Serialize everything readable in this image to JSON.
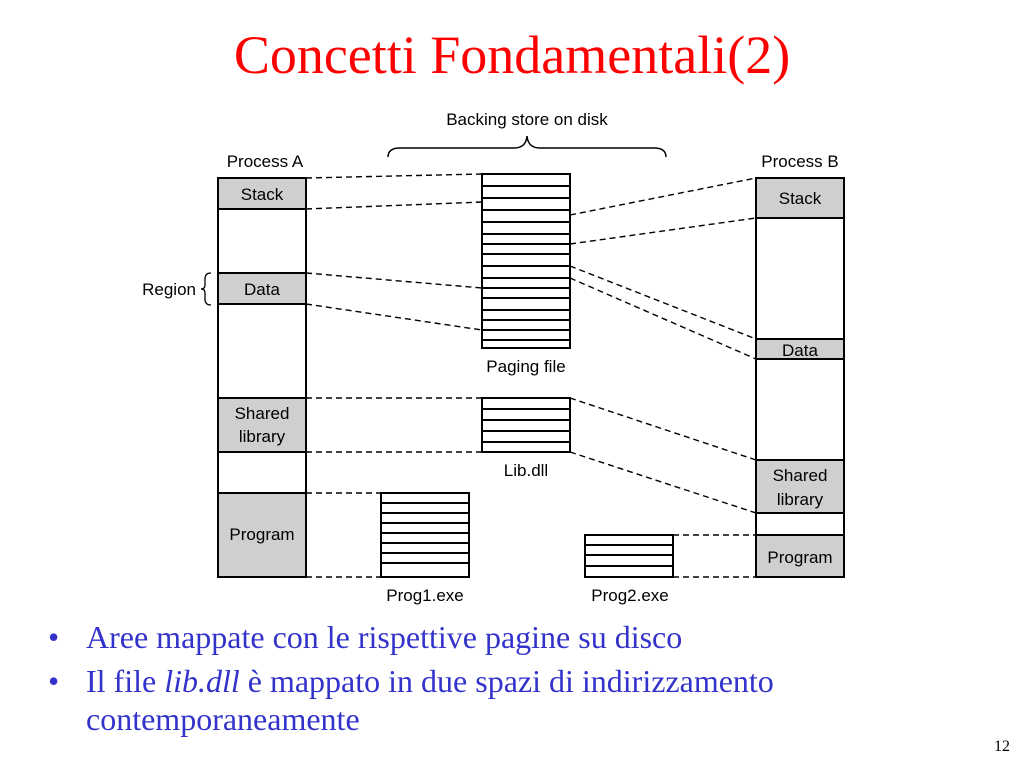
{
  "title": "Concetti Fondamentali(2)",
  "diagram": {
    "backing_store_label": "Backing store on disk",
    "process_a": {
      "label": "Process A",
      "segments": {
        "stack": "Stack",
        "data": "Data",
        "shared_line1": "Shared",
        "shared_line2": "library",
        "program": "Program"
      }
    },
    "process_b": {
      "label": "Process B",
      "segments": {
        "stack": "Stack",
        "data": "Data",
        "shared_line1": "Shared",
        "shared_line2": "library",
        "program": "Program"
      }
    },
    "region_label": "Region",
    "paging_file_label": "Paging file",
    "lib_dll_label": "Lib.dll",
    "prog1_label": "Prog1.exe",
    "prog2_label": "Prog2.exe"
  },
  "bullets": [
    {
      "text": "Aree mappate con le rispettive pagine su disco"
    },
    {
      "prefix": "Il file ",
      "italic": "lib.dll",
      "suffix": " è mappato in due spazi di indirizzamento contemporaneamente"
    }
  ],
  "bullet_char": "•",
  "page_number": "12",
  "colors": {
    "title": "#ff0000",
    "bullet_text": "#3333cc",
    "segment_fill": "#cfcfcf"
  }
}
